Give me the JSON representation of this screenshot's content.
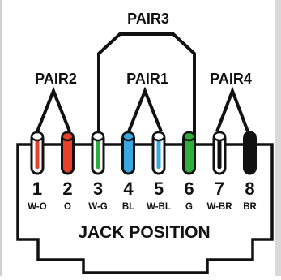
{
  "pairs": {
    "pair1": "PAIR1",
    "pair2": "PAIR2",
    "pair3": "PAIR3",
    "pair4": "PAIR4"
  },
  "pins": [
    {
      "num": "1",
      "code": "W-O",
      "base": "#ffffff",
      "stripe": "#e8402a"
    },
    {
      "num": "2",
      "code": "O",
      "base": "#e8402a",
      "stripe": "#e8402a"
    },
    {
      "num": "3",
      "code": "W-G",
      "base": "#ffffff",
      "stripe": "#2fae3c"
    },
    {
      "num": "4",
      "code": "BL",
      "base": "#3aa7e0",
      "stripe": "#3aa7e0"
    },
    {
      "num": "5",
      "code": "W-BL",
      "base": "#ffffff",
      "stripe": "#3aa7e0"
    },
    {
      "num": "6",
      "code": "G",
      "base": "#2fae3c",
      "stripe": "#2fae3c"
    },
    {
      "num": "7",
      "code": "W-BR",
      "base": "#ffffff",
      "stripe": "#111111"
    },
    {
      "num": "8",
      "code": "BR",
      "base": "#111111",
      "stripe": "#111111"
    }
  ],
  "jack_label": "JACK POSITION",
  "colors": {
    "orange": "#e8402a",
    "green": "#2fae3c",
    "blue": "#3aa7e0",
    "brown": "#111111",
    "outline": "#111111"
  }
}
